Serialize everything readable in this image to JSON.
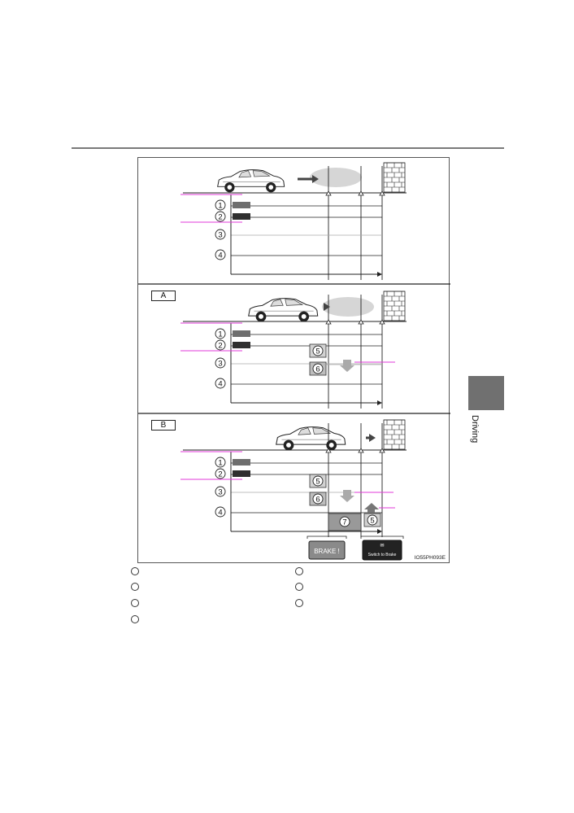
{
  "header": {
    "rule_color": "#7a7a7a"
  },
  "side_tab": {
    "label": "Driving",
    "color": "#707070"
  },
  "figure": {
    "id": "IO55PH093E",
    "panels": [
      {
        "label": ""
      },
      {
        "label": "A"
      },
      {
        "label": "B"
      }
    ],
    "row_numbers": [
      "1",
      "2",
      "3",
      "4"
    ],
    "numbered_blocks": [
      "5",
      "6",
      "7"
    ],
    "display_buttons": {
      "brake": "BRAKE !",
      "switch": "Switch to Brake"
    },
    "colors": {
      "pointer": "#e23ad8",
      "bar_light": "#6e6e6e",
      "bar_dark": "#2f2f2f",
      "line": "#222222"
    }
  },
  "legend": {
    "items": [
      "",
      "",
      "",
      "",
      "",
      "",
      ""
    ]
  }
}
